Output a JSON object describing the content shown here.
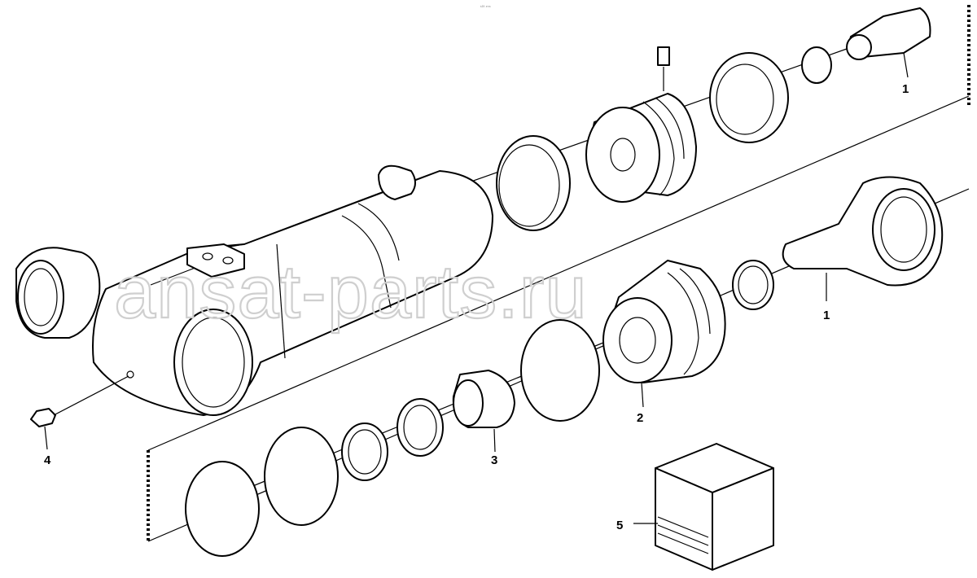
{
  "watermark": "ansat-parts.ru",
  "header_mark": "¹²³ ⁴⁵⁶",
  "callouts": {
    "c1_top": "1",
    "c1_rod": "1",
    "c2": "2",
    "c3": "3",
    "c4": "4",
    "c5": "5"
  }
}
